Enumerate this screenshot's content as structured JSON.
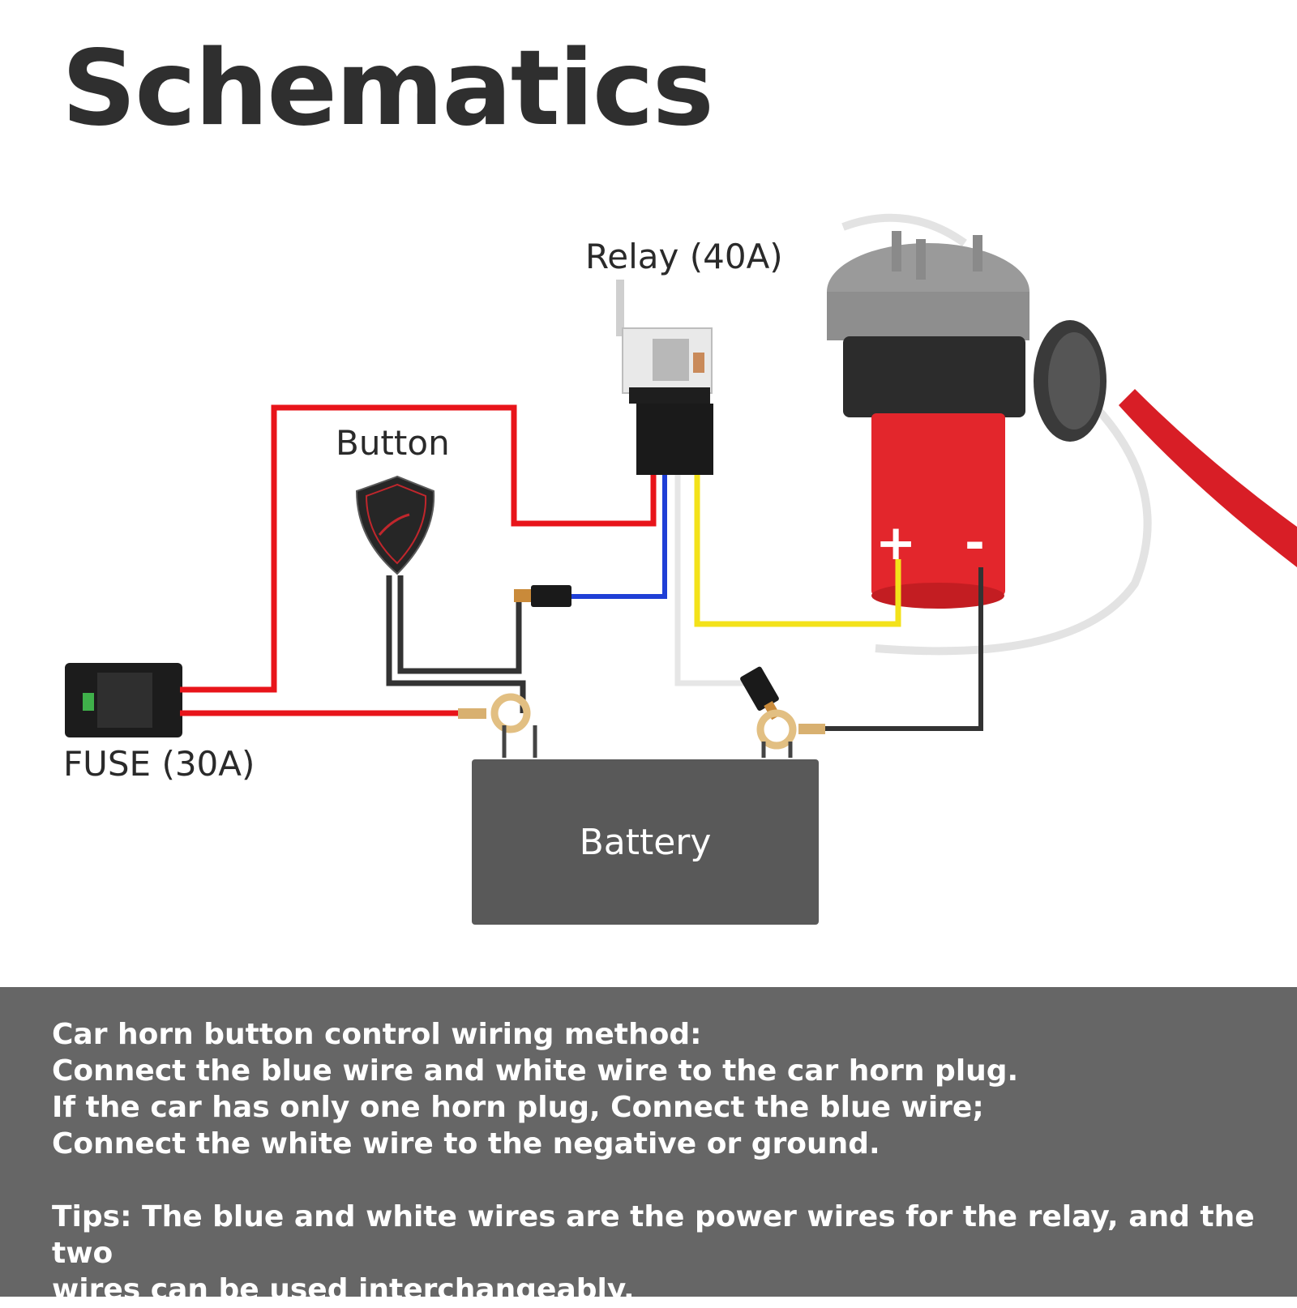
{
  "title": "Schematics",
  "labels": {
    "relay": "Relay (40A)",
    "button": "Button",
    "fuse": "FUSE (30A)",
    "battery": "Battery",
    "horn_plus": "+",
    "horn_minus": "-"
  },
  "wire_colors": {
    "red": "#e8141a",
    "blue": "#1f3fd6",
    "white": "#e6e6e6",
    "yellow": "#f3e21a",
    "black": "#333333"
  },
  "instructions": {
    "lines": [
      "Car horn button control wiring method:",
      "Connect the blue wire and white wire to the car horn plug.",
      "If the car has only one horn plug, Connect the blue wire;",
      "Connect the white wire to the negative or ground."
    ],
    "tips": [
      "Tips: The blue and white wires are the power wires for the relay, and the two",
      "wires can be used interchangeably."
    ]
  },
  "icons": [
    "relay-icon",
    "button-shield-icon",
    "fuse-holder-icon",
    "horn-compressor-icon",
    "ring-terminal-icon",
    "spade-connector-icon"
  ]
}
